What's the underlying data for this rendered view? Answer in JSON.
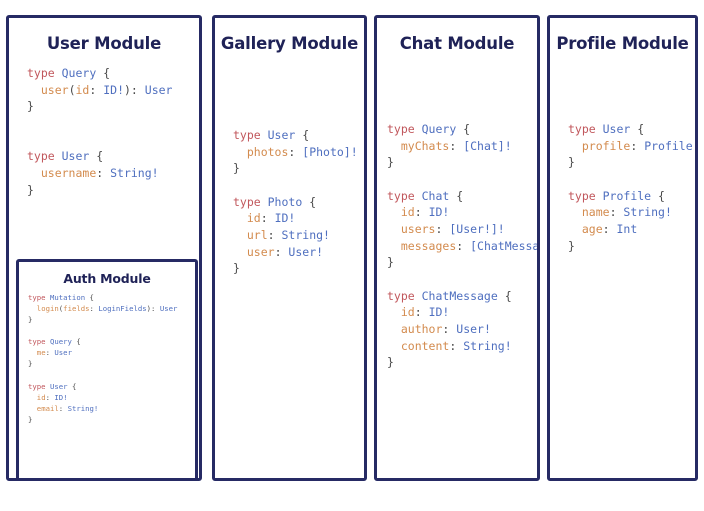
{
  "board": {
    "background_color": "#ffffff",
    "card_border_color": "#262a64",
    "title_color": "#1f2257"
  },
  "syntax_colors": {
    "keyword": "#c1575c",
    "type_name": "#4f6fbf",
    "field_name": "#d38b4e",
    "punctuation": "#4a4a4a"
  },
  "modules": [
    {
      "id": "user",
      "title": "User Module",
      "code_lines": [
        [
          {
            "t": "type ",
            "c": "kw"
          },
          {
            "t": "Query",
            "c": "type"
          },
          {
            "t": " {",
            "c": "punc"
          }
        ],
        [
          {
            "t": "  ",
            "c": "punc"
          },
          {
            "t": "user",
            "c": "field"
          },
          {
            "t": "(",
            "c": "punc"
          },
          {
            "t": "id",
            "c": "field"
          },
          {
            "t": ": ",
            "c": "punc"
          },
          {
            "t": "ID!",
            "c": "type"
          },
          {
            "t": "): ",
            "c": "punc"
          },
          {
            "t": "User",
            "c": "type"
          }
        ],
        [
          {
            "t": "}",
            "c": "punc"
          }
        ],
        [
          {
            "t": "",
            "c": "punc"
          }
        ],
        [
          {
            "t": "",
            "c": "punc"
          }
        ],
        [
          {
            "t": "type ",
            "c": "kw"
          },
          {
            "t": "User",
            "c": "type"
          },
          {
            "t": " {",
            "c": "punc"
          }
        ],
        [
          {
            "t": "  ",
            "c": "punc"
          },
          {
            "t": "username",
            "c": "field"
          },
          {
            "t": ": ",
            "c": "punc"
          },
          {
            "t": "String!",
            "c": "type"
          }
        ],
        [
          {
            "t": "}",
            "c": "punc"
          }
        ]
      ],
      "child": {
        "id": "auth",
        "title": "Auth Module",
        "code_lines": [
          [
            {
              "t": "type ",
              "c": "kw"
            },
            {
              "t": "Mutation",
              "c": "type"
            },
            {
              "t": " {",
              "c": "punc"
            }
          ],
          [
            {
              "t": "  ",
              "c": "punc"
            },
            {
              "t": "login",
              "c": "field"
            },
            {
              "t": "(",
              "c": "punc"
            },
            {
              "t": "fields",
              "c": "field"
            },
            {
              "t": ": ",
              "c": "punc"
            },
            {
              "t": "LoginFields",
              "c": "type"
            },
            {
              "t": "): ",
              "c": "punc"
            },
            {
              "t": "User",
              "c": "type"
            }
          ],
          [
            {
              "t": "}",
              "c": "punc"
            }
          ],
          [
            {
              "t": "",
              "c": "punc"
            }
          ],
          [
            {
              "t": "type ",
              "c": "kw"
            },
            {
              "t": "Query",
              "c": "type"
            },
            {
              "t": " {",
              "c": "punc"
            }
          ],
          [
            {
              "t": "  ",
              "c": "punc"
            },
            {
              "t": "me",
              "c": "field"
            },
            {
              "t": ": ",
              "c": "punc"
            },
            {
              "t": "User",
              "c": "type"
            }
          ],
          [
            {
              "t": "}",
              "c": "punc"
            }
          ],
          [
            {
              "t": "",
              "c": "punc"
            }
          ],
          [
            {
              "t": "type ",
              "c": "kw"
            },
            {
              "t": "User",
              "c": "type"
            },
            {
              "t": " {",
              "c": "punc"
            }
          ],
          [
            {
              "t": "  ",
              "c": "punc"
            },
            {
              "t": "id",
              "c": "field"
            },
            {
              "t": ": ",
              "c": "punc"
            },
            {
              "t": "ID!",
              "c": "type"
            }
          ],
          [
            {
              "t": "  ",
              "c": "punc"
            },
            {
              "t": "email",
              "c": "field"
            },
            {
              "t": ": ",
              "c": "punc"
            },
            {
              "t": "String!",
              "c": "type"
            }
          ],
          [
            {
              "t": "}",
              "c": "punc"
            }
          ]
        ]
      }
    },
    {
      "id": "gallery",
      "title": "Gallery Module",
      "code_lines": [
        [
          {
            "t": "type ",
            "c": "kw"
          },
          {
            "t": "User",
            "c": "type"
          },
          {
            "t": " {",
            "c": "punc"
          }
        ],
        [
          {
            "t": "  ",
            "c": "punc"
          },
          {
            "t": "photos",
            "c": "field"
          },
          {
            "t": ": ",
            "c": "punc"
          },
          {
            "t": "[Photo]!",
            "c": "type"
          }
        ],
        [
          {
            "t": "}",
            "c": "punc"
          }
        ],
        [
          {
            "t": "",
            "c": "punc"
          }
        ],
        [
          {
            "t": "type ",
            "c": "kw"
          },
          {
            "t": "Photo",
            "c": "type"
          },
          {
            "t": " {",
            "c": "punc"
          }
        ],
        [
          {
            "t": "  ",
            "c": "punc"
          },
          {
            "t": "id",
            "c": "field"
          },
          {
            "t": ": ",
            "c": "punc"
          },
          {
            "t": "ID!",
            "c": "type"
          }
        ],
        [
          {
            "t": "  ",
            "c": "punc"
          },
          {
            "t": "url",
            "c": "field"
          },
          {
            "t": ": ",
            "c": "punc"
          },
          {
            "t": "String!",
            "c": "type"
          }
        ],
        [
          {
            "t": "  ",
            "c": "punc"
          },
          {
            "t": "user",
            "c": "field"
          },
          {
            "t": ": ",
            "c": "punc"
          },
          {
            "t": "User!",
            "c": "type"
          }
        ],
        [
          {
            "t": "}",
            "c": "punc"
          }
        ]
      ],
      "child": null
    },
    {
      "id": "chat",
      "title": "Chat Module",
      "code_lines": [
        [
          {
            "t": "type ",
            "c": "kw"
          },
          {
            "t": "Query",
            "c": "type"
          },
          {
            "t": " {",
            "c": "punc"
          }
        ],
        [
          {
            "t": "  ",
            "c": "punc"
          },
          {
            "t": "myChats",
            "c": "field"
          },
          {
            "t": ": ",
            "c": "punc"
          },
          {
            "t": "[Chat]!",
            "c": "type"
          }
        ],
        [
          {
            "t": "}",
            "c": "punc"
          }
        ],
        [
          {
            "t": "",
            "c": "punc"
          }
        ],
        [
          {
            "t": "type ",
            "c": "kw"
          },
          {
            "t": "Chat",
            "c": "type"
          },
          {
            "t": " {",
            "c": "punc"
          }
        ],
        [
          {
            "t": "  ",
            "c": "punc"
          },
          {
            "t": "id",
            "c": "field"
          },
          {
            "t": ": ",
            "c": "punc"
          },
          {
            "t": "ID!",
            "c": "type"
          }
        ],
        [
          {
            "t": "  ",
            "c": "punc"
          },
          {
            "t": "users",
            "c": "field"
          },
          {
            "t": ": ",
            "c": "punc"
          },
          {
            "t": "[User!]!",
            "c": "type"
          }
        ],
        [
          {
            "t": "  ",
            "c": "punc"
          },
          {
            "t": "messages",
            "c": "field"
          },
          {
            "t": ": ",
            "c": "punc"
          },
          {
            "t": "[ChatMessage]!",
            "c": "type"
          }
        ],
        [
          {
            "t": "}",
            "c": "punc"
          }
        ],
        [
          {
            "t": "",
            "c": "punc"
          }
        ],
        [
          {
            "t": "type ",
            "c": "kw"
          },
          {
            "t": "ChatMessage",
            "c": "type"
          },
          {
            "t": " {",
            "c": "punc"
          }
        ],
        [
          {
            "t": "  ",
            "c": "punc"
          },
          {
            "t": "id",
            "c": "field"
          },
          {
            "t": ": ",
            "c": "punc"
          },
          {
            "t": "ID!",
            "c": "type"
          }
        ],
        [
          {
            "t": "  ",
            "c": "punc"
          },
          {
            "t": "author",
            "c": "field"
          },
          {
            "t": ": ",
            "c": "punc"
          },
          {
            "t": "User!",
            "c": "type"
          }
        ],
        [
          {
            "t": "  ",
            "c": "punc"
          },
          {
            "t": "content",
            "c": "field"
          },
          {
            "t": ": ",
            "c": "punc"
          },
          {
            "t": "String!",
            "c": "type"
          }
        ],
        [
          {
            "t": "}",
            "c": "punc"
          }
        ]
      ],
      "child": null
    },
    {
      "id": "profile",
      "title": "Profile Module",
      "code_lines": [
        [
          {
            "t": "type ",
            "c": "kw"
          },
          {
            "t": "User",
            "c": "type"
          },
          {
            "t": " {",
            "c": "punc"
          }
        ],
        [
          {
            "t": "  ",
            "c": "punc"
          },
          {
            "t": "profile",
            "c": "field"
          },
          {
            "t": ": ",
            "c": "punc"
          },
          {
            "t": "Profile!",
            "c": "type"
          }
        ],
        [
          {
            "t": "}",
            "c": "punc"
          }
        ],
        [
          {
            "t": "",
            "c": "punc"
          }
        ],
        [
          {
            "t": "type ",
            "c": "kw"
          },
          {
            "t": "Profile",
            "c": "type"
          },
          {
            "t": " {",
            "c": "punc"
          }
        ],
        [
          {
            "t": "  ",
            "c": "punc"
          },
          {
            "t": "name",
            "c": "field"
          },
          {
            "t": ": ",
            "c": "punc"
          },
          {
            "t": "String!",
            "c": "type"
          }
        ],
        [
          {
            "t": "  ",
            "c": "punc"
          },
          {
            "t": "age",
            "c": "field"
          },
          {
            "t": ": ",
            "c": "punc"
          },
          {
            "t": "Int",
            "c": "type"
          }
        ],
        [
          {
            "t": "}",
            "c": "punc"
          }
        ]
      ],
      "child": null
    }
  ]
}
